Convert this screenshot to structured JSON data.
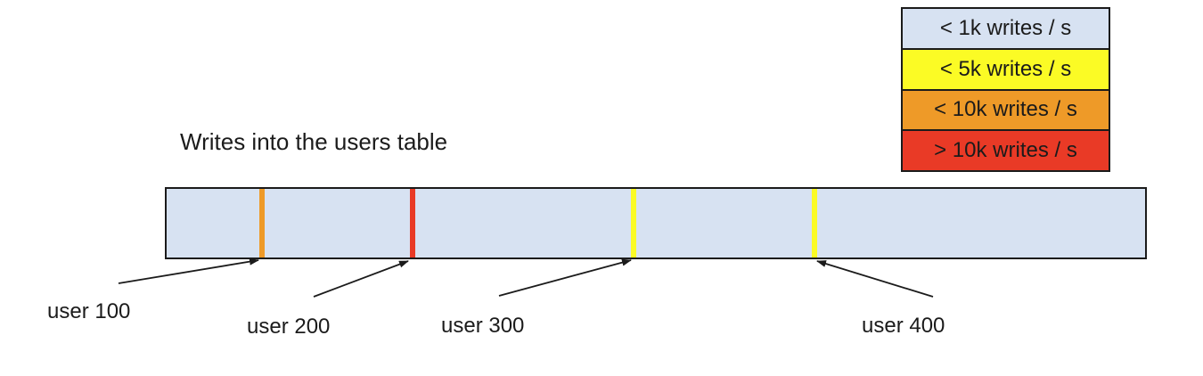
{
  "title": "Writes into the users table",
  "legend": {
    "items": [
      {
        "label": "< 1k writes / s",
        "color": "#D7E2F2"
      },
      {
        "label": "< 5k writes / s",
        "color": "#FBFB25"
      },
      {
        "label": "< 10k writes / s",
        "color": "#EE9A28"
      },
      {
        "label": "> 10k writes / s",
        "color": "#E93A26"
      }
    ]
  },
  "bar": {
    "fill": "#D7E2F2",
    "stripes": [
      {
        "user": "user 100",
        "color": "#EE9A28",
        "rate_band": "< 10k writes / s"
      },
      {
        "user": "user 200",
        "color": "#E93A26",
        "rate_band": "> 10k writes / s"
      },
      {
        "user": "user 300",
        "color": "#FBFB25",
        "rate_band": "< 5k writes / s"
      },
      {
        "user": "user 400",
        "color": "#FBFB25",
        "rate_band": "< 5k writes / s"
      }
    ]
  },
  "labels": [
    "user 100",
    "user 200",
    "user 300",
    "user 400"
  ],
  "line_color": "#1b1b1b"
}
